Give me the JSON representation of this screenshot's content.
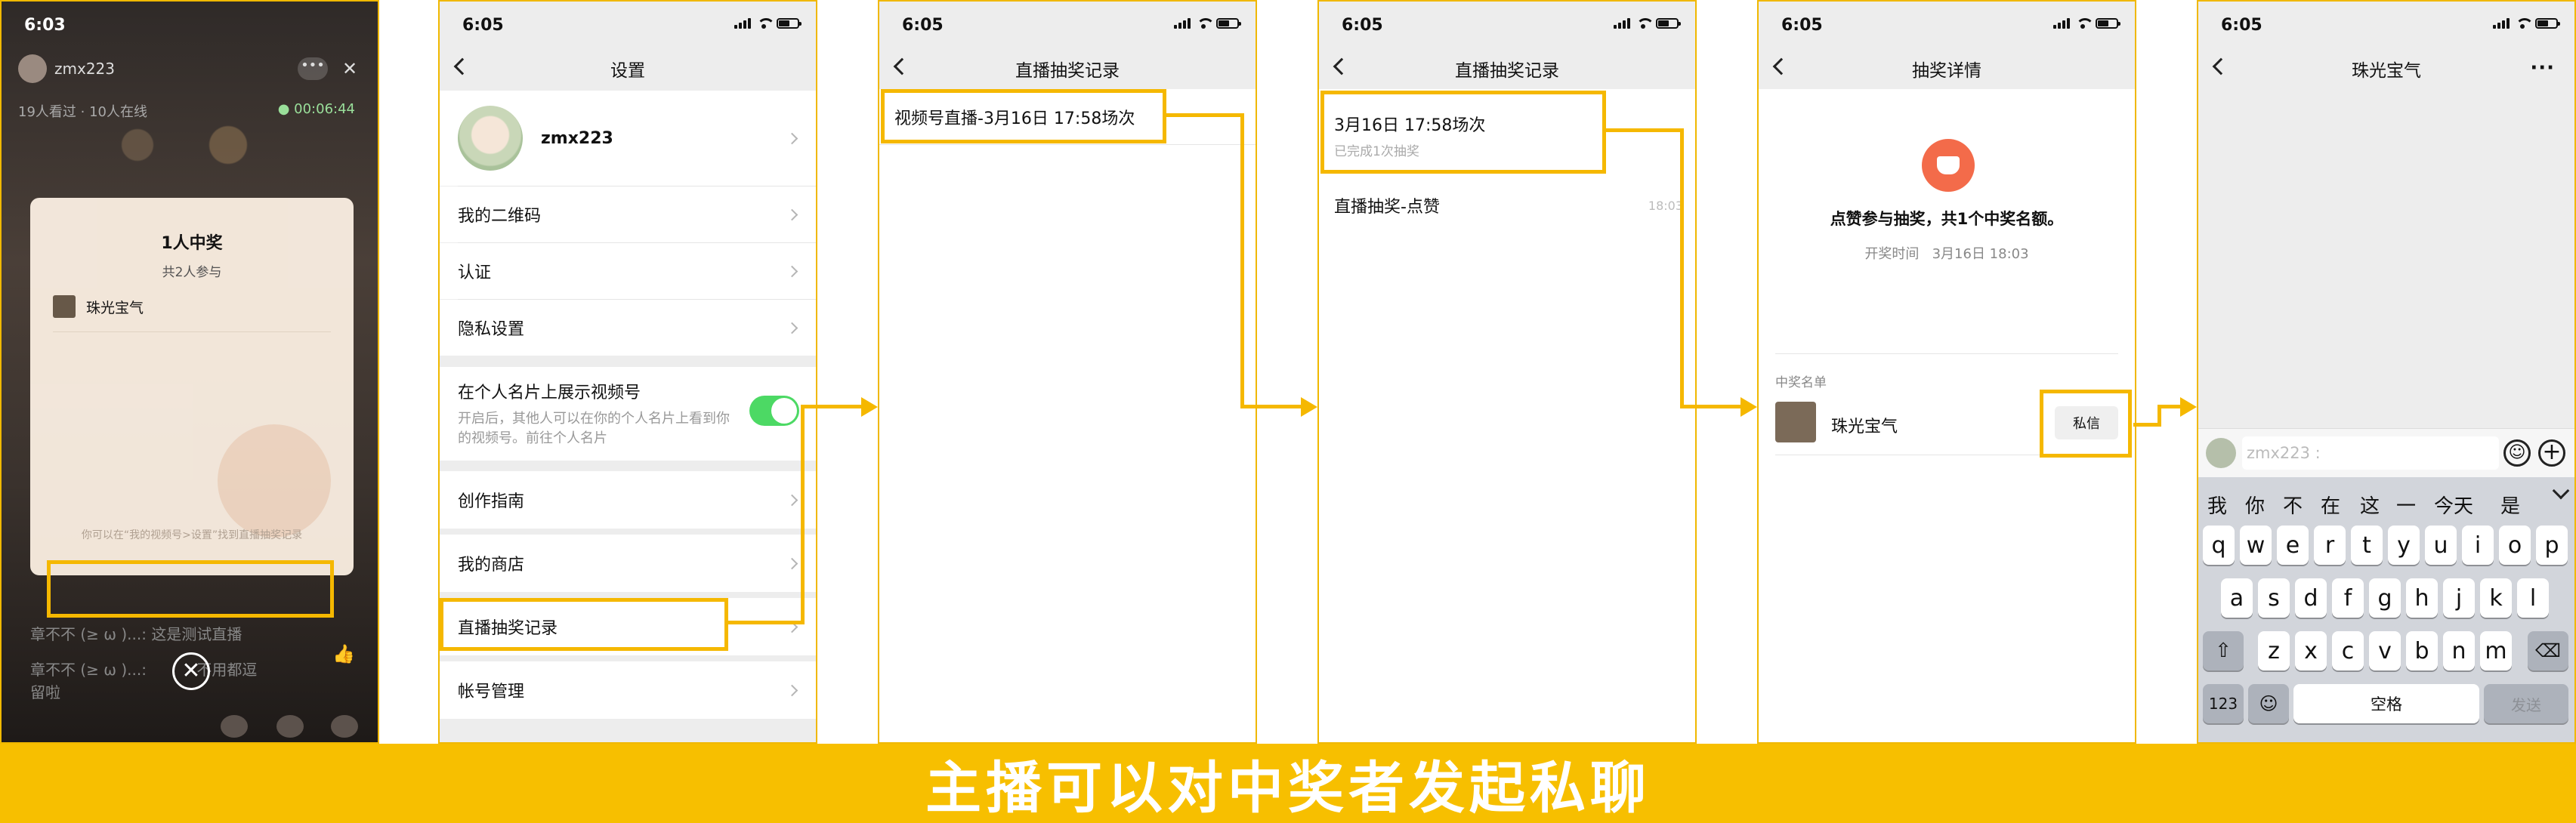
{
  "banner": {
    "caption": "主播可以对中奖者发起私聊"
  },
  "screen1": {
    "time": "6:03",
    "user": "zmx223",
    "viewers": "19人看过 · 10人在线",
    "live_time": "00:06:44",
    "card_title": "1人中奖",
    "card_sub": "共2人参与",
    "winner": "珠光宝气",
    "hint": "你可以在“我的视频号>设置”找到直播抽奖记录",
    "comment1": "章不不 (≥ ω )...: 这是测试直播",
    "comment2_a": "章不不 (≥ ω )...:",
    "comment2_b": "不用都逗",
    "comment2_c": "留啦"
  },
  "screen2": {
    "time": "6:05",
    "title": "设置",
    "profile_name": "zmx223",
    "items": [
      "我的二维码",
      "认证",
      "隐私设置"
    ],
    "card_title": "在个人名片上展示视频号",
    "card_desc": "开启后，其他人可以在你的个人名片上看到你的视频号。前往个人名片",
    "creation": "创作指南",
    "shop": "我的商店",
    "lottery": "直播抽奖记录",
    "account": "帐号管理"
  },
  "screen3": {
    "time": "6:05",
    "title": "直播抽奖记录",
    "entry": "视频号直播-3月16日 17:58场次"
  },
  "screen4": {
    "time": "6:05",
    "title": "直播抽奖记录",
    "session": "3月16日 17:58场次",
    "session_sub": "已完成1次抽奖",
    "item": "直播抽奖-点赞",
    "item_time": "18:03"
  },
  "screen5": {
    "time": "6:05",
    "title": "抽奖详情",
    "desc": "点赞参与抽奖，共1个中奖名额。",
    "open_label": "开奖时间",
    "open_time": "3月16日 18:03",
    "list_label": "中奖名单",
    "winner": "珠光宝气",
    "dm_button": "私信"
  },
  "screen6": {
    "time": "6:05",
    "title": "珠光宝气",
    "input_placeholder": "zmx223 :",
    "candidates": [
      "我",
      "你",
      "不",
      "在",
      "这",
      "一",
      "今天",
      "是"
    ],
    "row1": [
      "q",
      "w",
      "e",
      "r",
      "t",
      "y",
      "u",
      "i",
      "o",
      "p"
    ],
    "row2": [
      "a",
      "s",
      "d",
      "f",
      "g",
      "h",
      "j",
      "k",
      "l"
    ],
    "row3": [
      "z",
      "x",
      "c",
      "v",
      "b",
      "n",
      "m"
    ],
    "num_key": "123",
    "space_key": "空格",
    "send_key": "发送"
  },
  "colors": {
    "accent": "#f5b800",
    "toggle": "#4cd964",
    "lottery_icon": "#f36b4a"
  }
}
